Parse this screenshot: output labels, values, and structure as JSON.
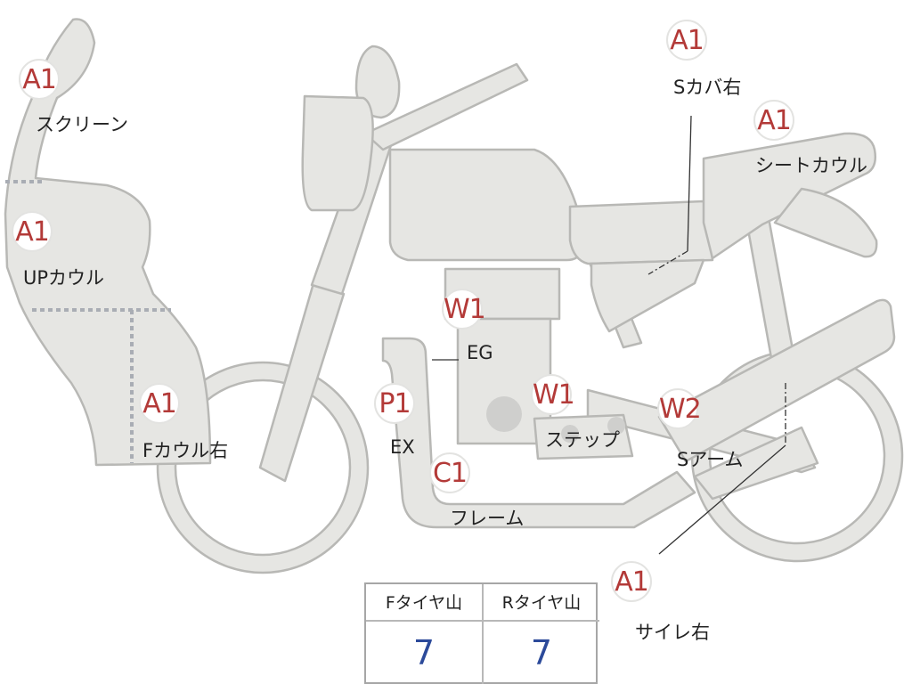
{
  "title": "",
  "callouts": [
    {
      "id": "screen",
      "rank": "A1",
      "label": "スクリーン"
    },
    {
      "id": "up-cowl",
      "rank": "A1",
      "label": "UPカウル"
    },
    {
      "id": "f-cowl-right",
      "rank": "A1",
      "label": "Fカウル右"
    },
    {
      "id": "exhaust",
      "rank": "P1",
      "label": "EX"
    },
    {
      "id": "engine",
      "rank": "W1",
      "label": "EG"
    },
    {
      "id": "frame",
      "rank": "C1",
      "label": "フレーム"
    },
    {
      "id": "step",
      "rank": "W1",
      "label": "ステップ"
    },
    {
      "id": "swing-arm",
      "rank": "W2",
      "label": "Sアーム"
    },
    {
      "id": "s-cover-right",
      "rank": "A1",
      "label": "Sカバ右"
    },
    {
      "id": "seat-cowl",
      "rank": "A1",
      "label": "シートカウル"
    },
    {
      "id": "silencer-right",
      "rank": "A1",
      "label": "サイレ右"
    }
  ],
  "tire_table": {
    "headers": [
      "Fタイヤ山",
      "Rタイヤ山"
    ],
    "values": [
      "7",
      "7"
    ]
  },
  "colors": {
    "part_fill": "#e6e6e3",
    "part_stroke": "#b8b8b5",
    "rank_text": "#b33a38",
    "value_text": "#2c4a9a"
  }
}
